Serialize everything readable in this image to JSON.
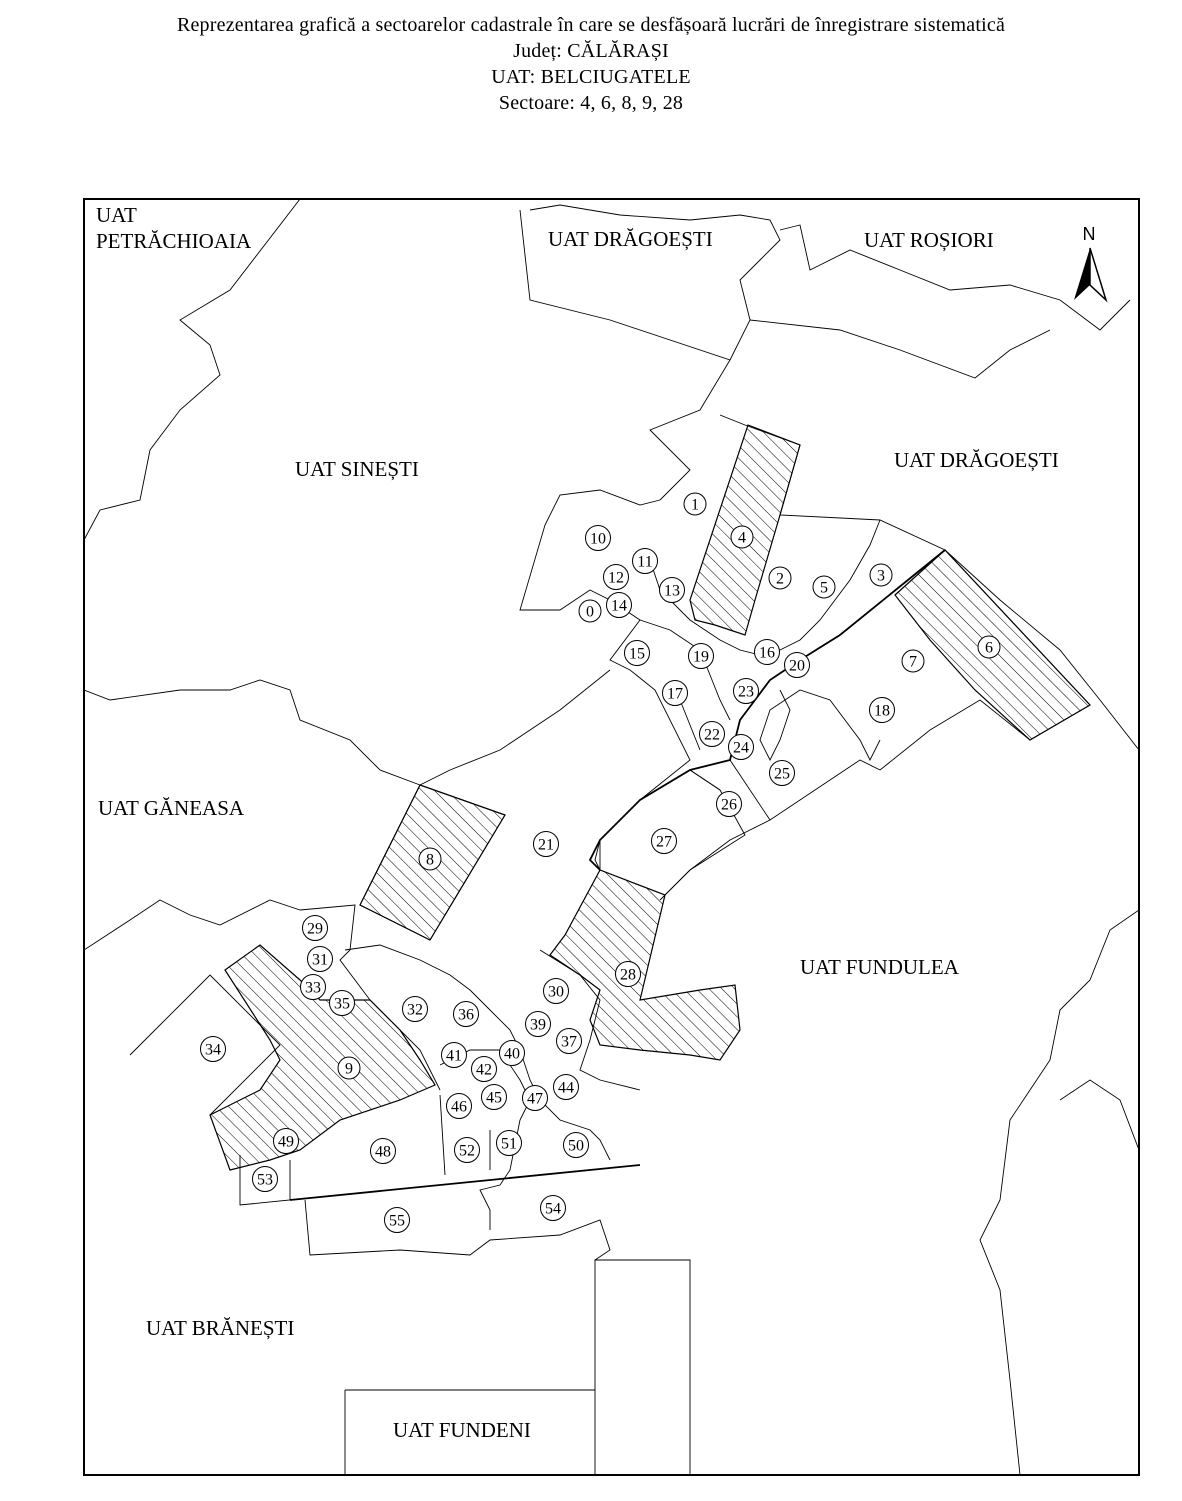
{
  "title": {
    "line1": "Reprezentarea grafică a sectoarelor cadastrale în care se desfășoară lucrări de înregistrare sistematică",
    "line2": "Județ: CĂLĂRAȘI",
    "line3": "UAT: BELCIUGATELE",
    "line4": "Sectoare: 4, 6, 8, 9, 28"
  },
  "north_arrow": {
    "label": "N"
  },
  "uat_labels": {
    "petrachioaia_1": "UAT",
    "petrachioaia_2": "PETRĂCHIOAIA",
    "dragoesti_north": "UAT DRĂGOEȘTI",
    "rosiori": "UAT ROȘIORI",
    "dragoesti_east": "UAT DRĂGOEȘTI",
    "sinesti": "UAT SINEȘTI",
    "ganeasa": "UAT GĂNEASA",
    "fundulea": "UAT FUNDULEA",
    "branesti": "UAT BRĂNEȘTI",
    "fundeni": "UAT FUNDENI"
  },
  "sectors": [
    {
      "id": "0",
      "label": "0"
    },
    {
      "id": "1",
      "label": "1"
    },
    {
      "id": "2",
      "label": "2"
    },
    {
      "id": "3",
      "label": "3"
    },
    {
      "id": "4",
      "label": "4"
    },
    {
      "id": "5",
      "label": "5"
    },
    {
      "id": "6",
      "label": "6"
    },
    {
      "id": "7",
      "label": "7"
    },
    {
      "id": "8",
      "label": "8"
    },
    {
      "id": "9",
      "label": "9"
    },
    {
      "id": "10",
      "label": "10"
    },
    {
      "id": "11",
      "label": "11"
    },
    {
      "id": "12",
      "label": "12"
    },
    {
      "id": "13",
      "label": "13"
    },
    {
      "id": "14",
      "label": "14"
    },
    {
      "id": "15",
      "label": "15"
    },
    {
      "id": "16",
      "label": "16"
    },
    {
      "id": "17",
      "label": "17"
    },
    {
      "id": "18",
      "label": "18"
    },
    {
      "id": "19",
      "label": "19"
    },
    {
      "id": "20",
      "label": "20"
    },
    {
      "id": "21",
      "label": "21"
    },
    {
      "id": "22",
      "label": "22"
    },
    {
      "id": "23",
      "label": "23"
    },
    {
      "id": "24",
      "label": "24"
    },
    {
      "id": "25",
      "label": "25"
    },
    {
      "id": "26",
      "label": "26"
    },
    {
      "id": "27",
      "label": "27"
    },
    {
      "id": "28",
      "label": "28"
    },
    {
      "id": "29",
      "label": "29"
    },
    {
      "id": "30",
      "label": "30"
    },
    {
      "id": "31",
      "label": "31"
    },
    {
      "id": "32",
      "label": "32"
    },
    {
      "id": "33",
      "label": "33"
    },
    {
      "id": "34",
      "label": "34"
    },
    {
      "id": "35",
      "label": "35"
    },
    {
      "id": "36",
      "label": "36"
    },
    {
      "id": "37",
      "label": "37"
    },
    {
      "id": "39",
      "label": "39"
    },
    {
      "id": "40",
      "label": "40"
    },
    {
      "id": "41",
      "label": "41"
    },
    {
      "id": "42",
      "label": "42"
    },
    {
      "id": "44",
      "label": "44"
    },
    {
      "id": "45",
      "label": "45"
    },
    {
      "id": "46",
      "label": "46"
    },
    {
      "id": "47",
      "label": "47"
    },
    {
      "id": "48",
      "label": "48"
    },
    {
      "id": "49",
      "label": "49"
    },
    {
      "id": "50",
      "label": "50"
    },
    {
      "id": "51",
      "label": "51"
    },
    {
      "id": "52",
      "label": "52"
    },
    {
      "id": "53",
      "label": "53"
    },
    {
      "id": "54",
      "label": "54"
    },
    {
      "id": "55",
      "label": "55"
    }
  ],
  "hatched_sectors": [
    "4",
    "6",
    "8",
    "9",
    "28"
  ],
  "colors": {
    "line": "#000000",
    "background": "#ffffff",
    "hatch": "#000000"
  }
}
